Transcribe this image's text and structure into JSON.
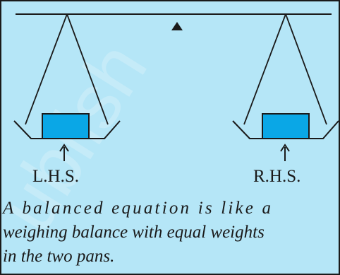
{
  "figure": {
    "background_color": "#b5e6f7",
    "weight_color": "#0aa7e6",
    "line_color": "#1a1a1a",
    "labels": {
      "left": "L.H.S.",
      "right": "R.H.S."
    },
    "caption": {
      "line1": "A balanced equation is like a",
      "line2": "weighing balance with equal weights",
      "line3": "in the two pans."
    },
    "watermark": "ublish"
  }
}
